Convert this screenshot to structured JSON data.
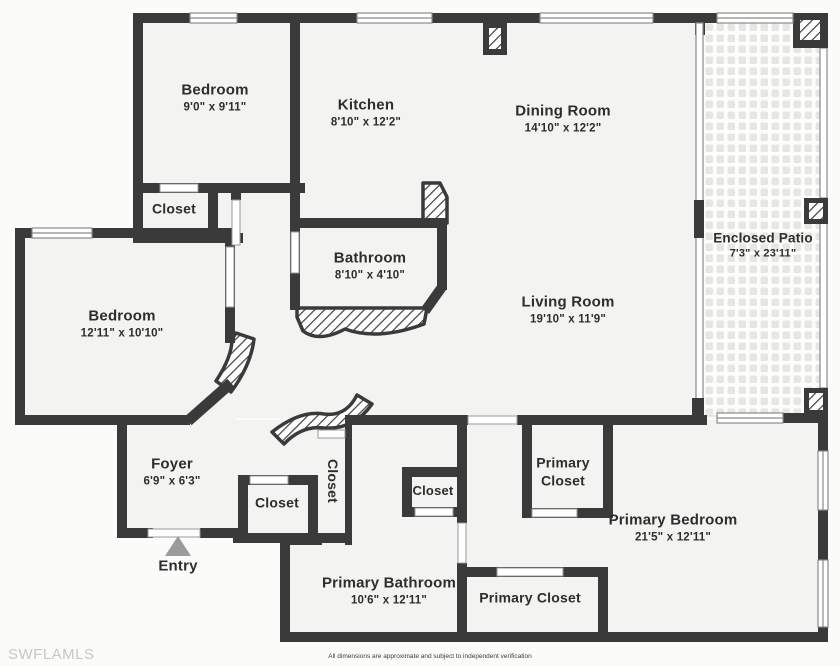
{
  "rooms": {
    "bedroom1": {
      "name": "Bedroom",
      "dims": "9'0\" x 9'11\""
    },
    "kitchen": {
      "name": "Kitchen",
      "dims": "8'10\" x 12'2\""
    },
    "dining": {
      "name": "Dining Room",
      "dims": "14'10\" x 12'2\""
    },
    "patio": {
      "name": "Enclosed Patio",
      "dims": "7'3\" x 23'11\""
    },
    "living": {
      "name": "Living Room",
      "dims": "19'10\" x 11'9\""
    },
    "bathroom": {
      "name": "Bathroom",
      "dims": "8'10\" x 4'10\""
    },
    "bedroom2": {
      "name": "Bedroom",
      "dims": "12'11\" x 10'10\""
    },
    "foyer": {
      "name": "Foyer",
      "dims": "6'9\" x 6'3\""
    },
    "closet_top": {
      "name": "Closet"
    },
    "closet_vertical": {
      "name": "Closet"
    },
    "closet_mid": {
      "name": "Closet"
    },
    "closet_small": {
      "name": "Closet"
    },
    "primary_closet_upper": {
      "name_line1": "Primary",
      "name_line2": "Closet"
    },
    "primary_bedroom": {
      "name": "Primary Bedroom",
      "dims": "21'5\" x 12'11\""
    },
    "primary_bathroom": {
      "name": "Primary Bathroom",
      "dims": "10'6\" x 12'11\""
    },
    "primary_closet_lower": {
      "name": "Primary Closet"
    },
    "entry": {
      "name": "Entry"
    }
  },
  "footer": {
    "watermark": "SWFLAMLS",
    "disclaimer": "All dimensions are approximate and subject to independent verification"
  },
  "colors": {
    "wall": "#3a3a3a",
    "floor": "#f3f3f1",
    "outside": "#fbfbfa",
    "window_line": "#8a8a8a",
    "entry_arrow": "#9b9b9b",
    "tile": "#e6e6e3",
    "watermark_gray": "#c7c7c7"
  }
}
